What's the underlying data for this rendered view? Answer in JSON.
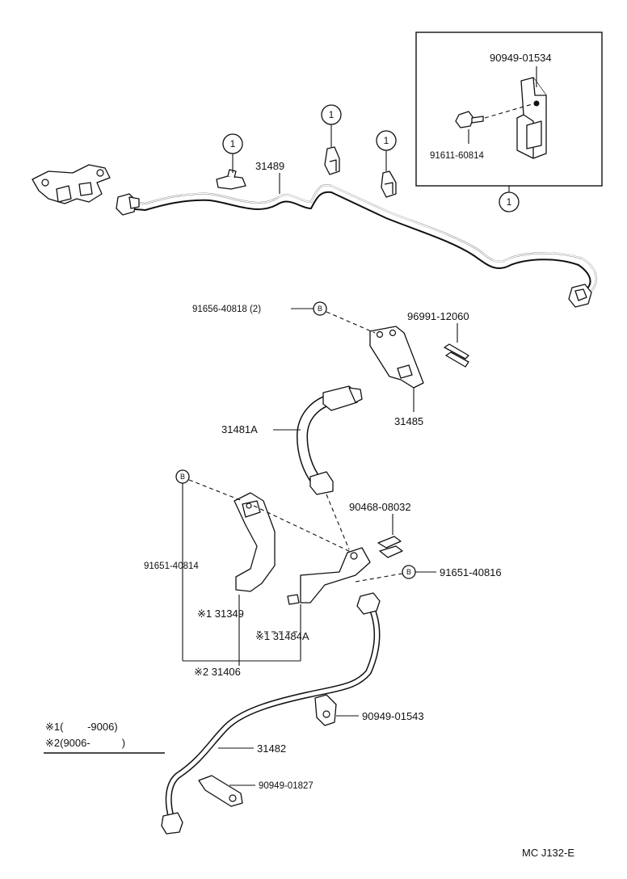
{
  "inset": {
    "clip_part": "90949-01534",
    "bolt_part": "91611-60814",
    "ref_marker": "1"
  },
  "callouts": {
    "clip_ref_a": "1",
    "clip_ref_b": "1",
    "clip_ref_c": "1",
    "bolt_ref_top": "B",
    "bolt_ref_left": "B",
    "bolt_ref_right": "B"
  },
  "parts": {
    "p31489": "31489",
    "p91656": "91656-40818 (2)",
    "p96991": "96991-12060",
    "p31485": "31485",
    "p31481A": "31481A",
    "p90468": "90468-08032",
    "p91651_left": "91651-40814",
    "p91651_right": "91651-40816",
    "p31349": "※1 31349",
    "p31484A": "※1 31484A",
    "p31406": "※2 31406",
    "p90949_01543": "90949-01543",
    "p31482": "31482",
    "p90949_01827": "90949-01827"
  },
  "legend": {
    "row1": "※1(　　 -9006)",
    "row2": "※2(9006-　　　)"
  },
  "code": "MC J132-E"
}
